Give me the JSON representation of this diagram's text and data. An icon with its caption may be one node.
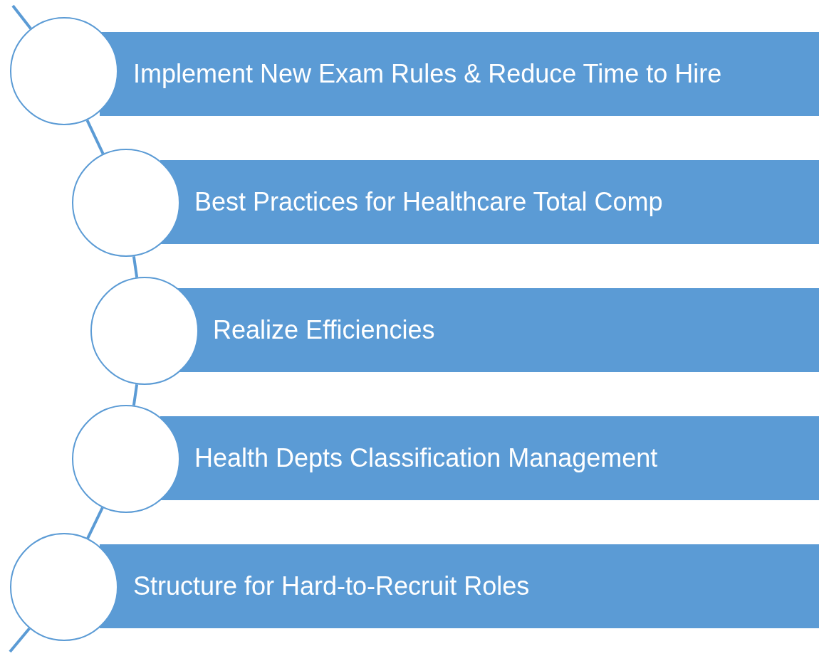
{
  "diagram": {
    "nodes": [
      {
        "text": [],
        "shape": "circle"
      },
      {
        "text": [
          "Implement New Exam Rules & Reduce Time to Hire"
        ]
      },
      {
        "text": [],
        "shape": "circle"
      },
      {
        "text": [
          "Best Practices for Healthcare Total Comp"
        ]
      },
      {
        "text": [],
        "shape": "circle"
      },
      {
        "text": [
          "Realize Efficiencies"
        ]
      },
      {
        "text": [],
        "shape": "circle"
      },
      {
        "text": [
          "Health Depts Classification Management"
        ]
      },
      {
        "text": [],
        "shape": "circle"
      },
      {
        "text": [
          "Structure for Hard-to-Recruit Roles"
        ]
      }
    ],
    "edges": [
      {
        "from": null,
        "to": 0,
        "arrow": "none"
      },
      {
        "from": 0,
        "to": 2,
        "arrow": "none"
      },
      {
        "from": 2,
        "to": 4,
        "arrow": "none"
      },
      {
        "from": 4,
        "to": 6,
        "arrow": "none"
      },
      {
        "from": 6,
        "to": 8,
        "arrow": "none"
      },
      {
        "from": 8,
        "to": null,
        "arrow": "none"
      }
    ]
  }
}
